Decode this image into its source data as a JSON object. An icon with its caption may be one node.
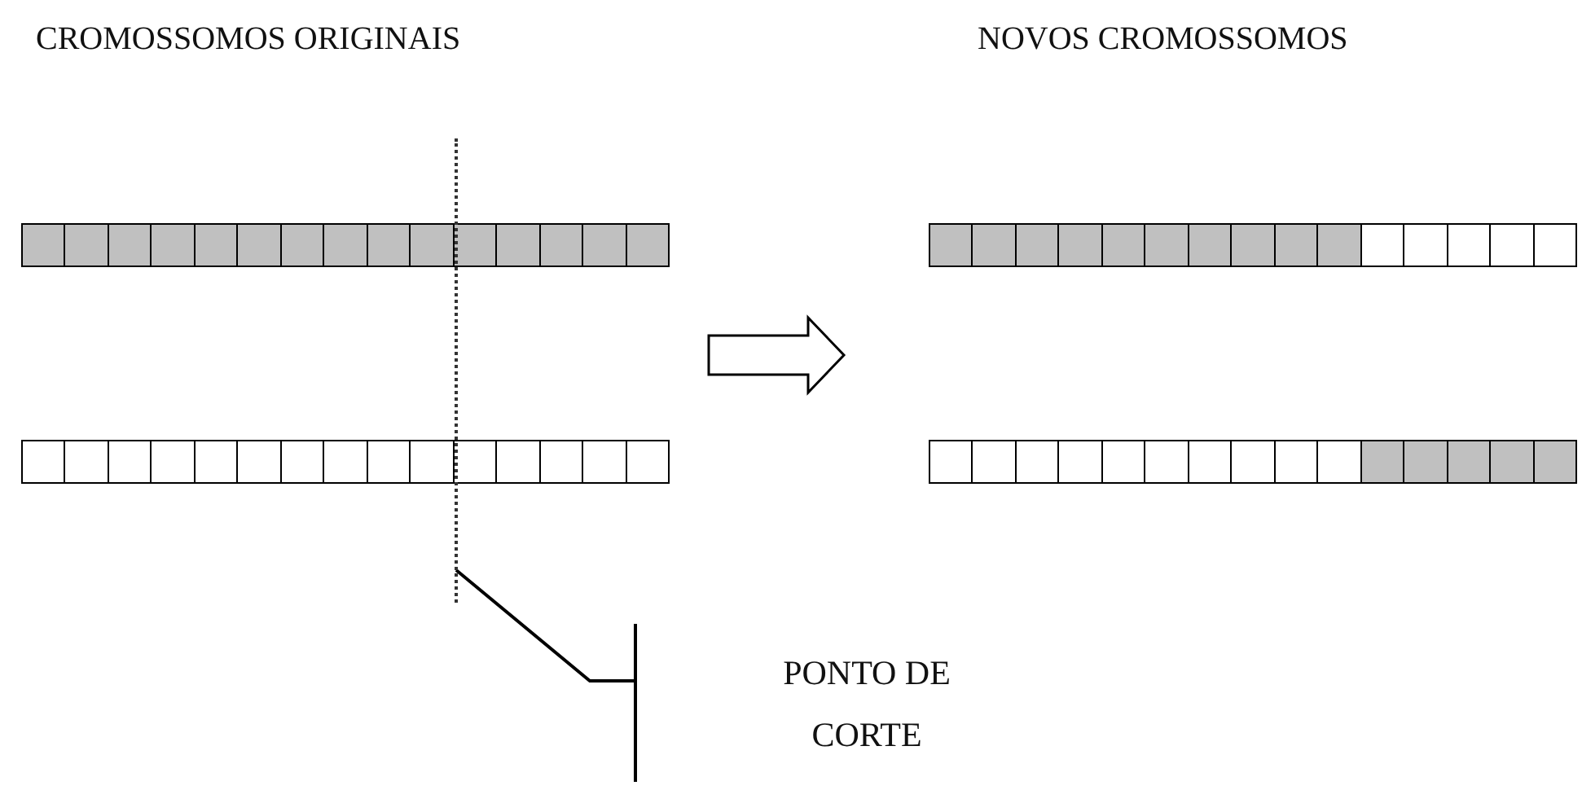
{
  "diagram": {
    "nodes": [
      {
        "text": [
          "CROMOSSOMOS ORIGINAIS"
        ]
      },
      {
        "text": [],
        "shape": "bar",
        "in": 0
      },
      {
        "text": [],
        "shape": "bar",
        "in": 0
      },
      {
        "text": [],
        "shape": "line"
      },
      {
        "text": [
          "NOVOS CROMOSSOMOS"
        ]
      },
      {
        "text": [],
        "shape": "bar",
        "in": 4
      },
      {
        "text": [],
        "shape": "bar",
        "in": 4
      },
      {
        "text": [
          "PONTO DE CORTE"
        ]
      }
    ],
    "edges": [
      {
        "from": 0,
        "to": 4,
        "arrow": "to",
        "style": "thick"
      },
      {
        "from": 7,
        "to": 3,
        "arrow": "none"
      }
    ]
  }
}
